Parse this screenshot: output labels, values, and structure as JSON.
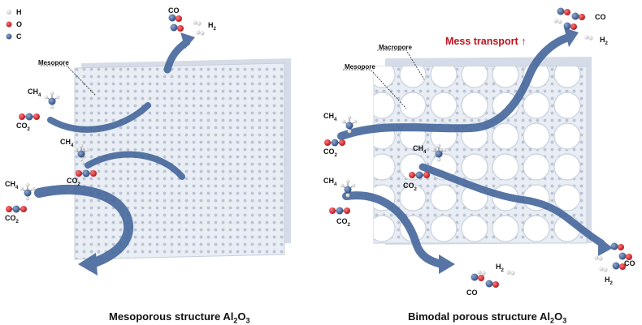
{
  "legend": {
    "h": "H",
    "o": "O",
    "c": "C"
  },
  "colors": {
    "hydrogen": "#e6e6e6",
    "oxygen": "#d8202a",
    "carbon": "#3b5a8c",
    "arrow": "#45679b",
    "plate": "#e9edf4",
    "accent_red": "#c0121c"
  },
  "left_panel": {
    "mesopore_label": "Mesopore",
    "caption_main": "Mesoporous structure Al",
    "caption_sub1": "2",
    "caption_mid": "O",
    "caption_sub2": "3"
  },
  "right_panel": {
    "macropore_label": "Macropore",
    "mesopore_label": "Mesopore",
    "transport_label": "Mess transport ↑",
    "caption_main": "Bimodal porous structure Al",
    "caption_sub1": "2",
    "caption_mid": "O",
    "caption_sub2": "3"
  },
  "molecules": {
    "ch4": "CH",
    "ch4_sub": "4",
    "co2": "CO",
    "co2_sub": "2",
    "co": "CO",
    "h2": "H",
    "h2_sub": "2"
  }
}
